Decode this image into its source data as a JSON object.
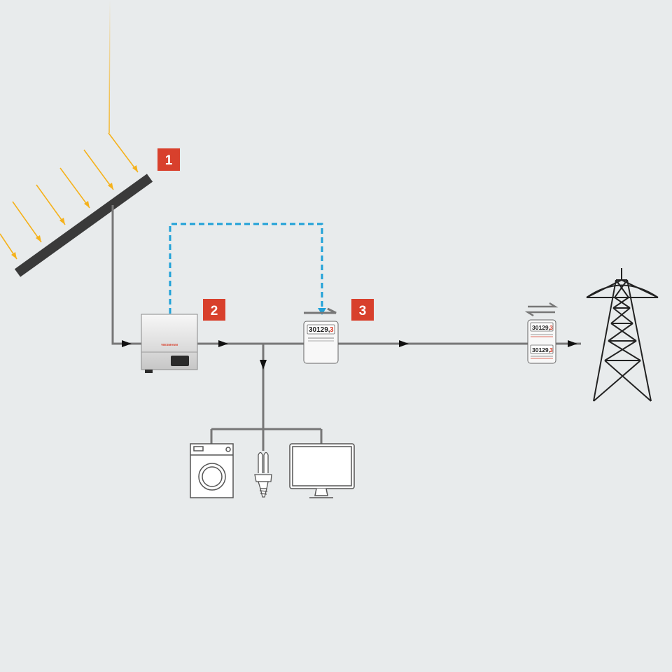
{
  "diagram": {
    "badges": [
      {
        "label": "1"
      },
      {
        "label": "2"
      },
      {
        "label": "3"
      }
    ],
    "feed_in_meter": {
      "reading_int": "30129,",
      "reading_dec": "3"
    },
    "grid_meter": {
      "top_int": "30129,",
      "top_dec": "3",
      "bottom_int": "30129,",
      "bottom_dec": "3"
    },
    "inverter": {
      "brand": "VIESMANN"
    }
  },
  "colors": {
    "background": "#e8ebec",
    "wire": "#777777",
    "panel": "#3a3a3a",
    "badge": "#d8402c",
    "signal": "#1fa1d8",
    "sun_ray": "#f5b21c",
    "device_outline": "#555555"
  }
}
